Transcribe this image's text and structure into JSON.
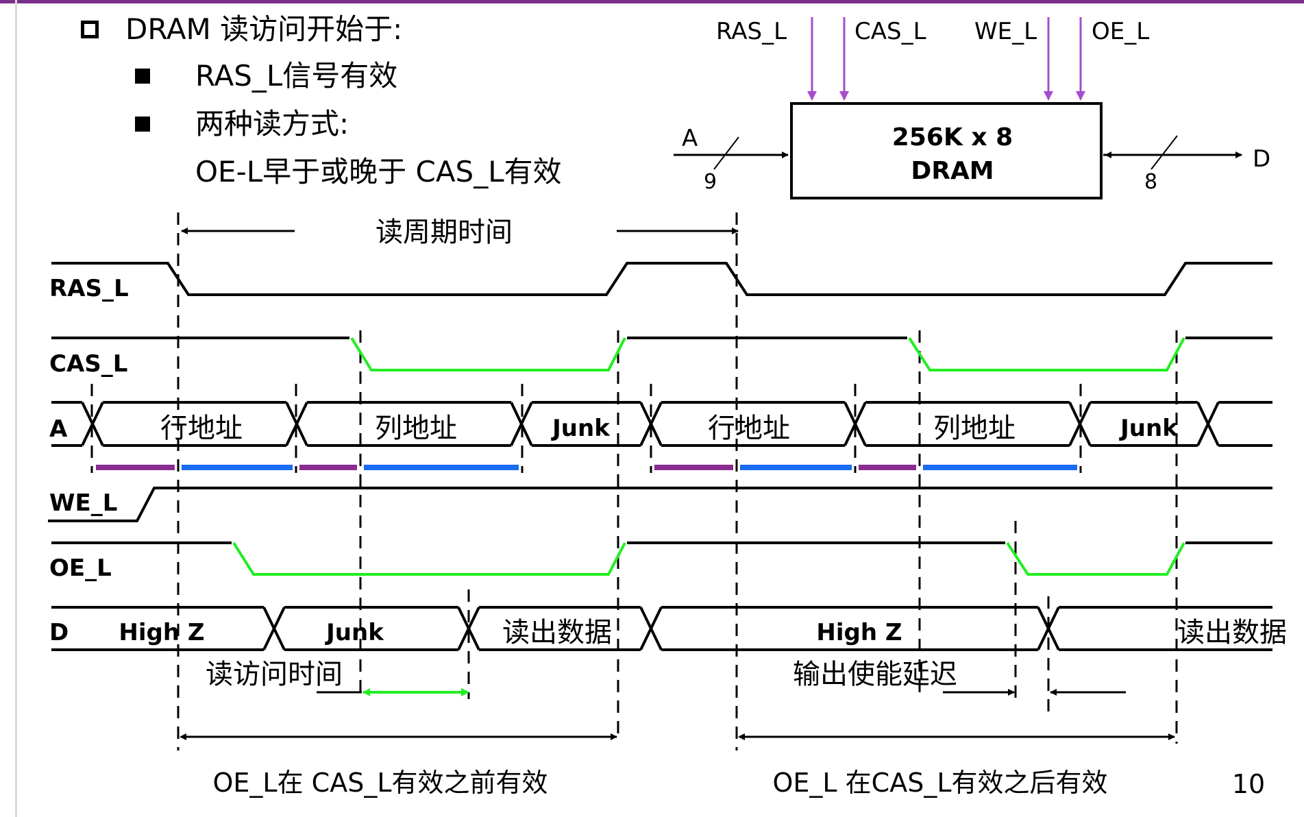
{
  "bullets": {
    "main": "DRAM 读访问开始于:",
    "sub1": "RAS_L信号有效",
    "sub2": "两种读方式:",
    "sub2_detail": "OE-L早于或晚于 CAS_L有效"
  },
  "block": {
    "title_line1": "256K x 8",
    "title_line2": "DRAM",
    "inputs": [
      "RAS_L",
      "CAS_L",
      "WE_L",
      "OE_L"
    ],
    "addr_label": "A",
    "addr_width": "9",
    "data_label": "D",
    "data_width": "8"
  },
  "timing": {
    "cycle_label": "读周期时间",
    "signals": [
      "RAS_L",
      "CAS_L",
      "A",
      "WE_L",
      "OE_L",
      "D"
    ],
    "a_values": [
      "行地址",
      "列地址",
      "Junk",
      "行地址",
      "列地址",
      "Junk"
    ],
    "d_values": [
      "High Z",
      "Junk",
      "读出数据",
      "High Z",
      "读出数据"
    ],
    "access_time_label": "读访问时间",
    "output_enable_delay_label": "输出使能延迟",
    "caption_left": "OE_L在 CAS_L有效之前有效",
    "caption_right": "OE_L 在CAS_L有效之后有效"
  },
  "page_number": "10",
  "colors": {
    "accent_bar": "#7a2f8a",
    "control_arrow": "#a64dcf",
    "active_low": "#22ee22",
    "row_setup": "#8a2c8f",
    "hold": "#1a6cf0"
  }
}
